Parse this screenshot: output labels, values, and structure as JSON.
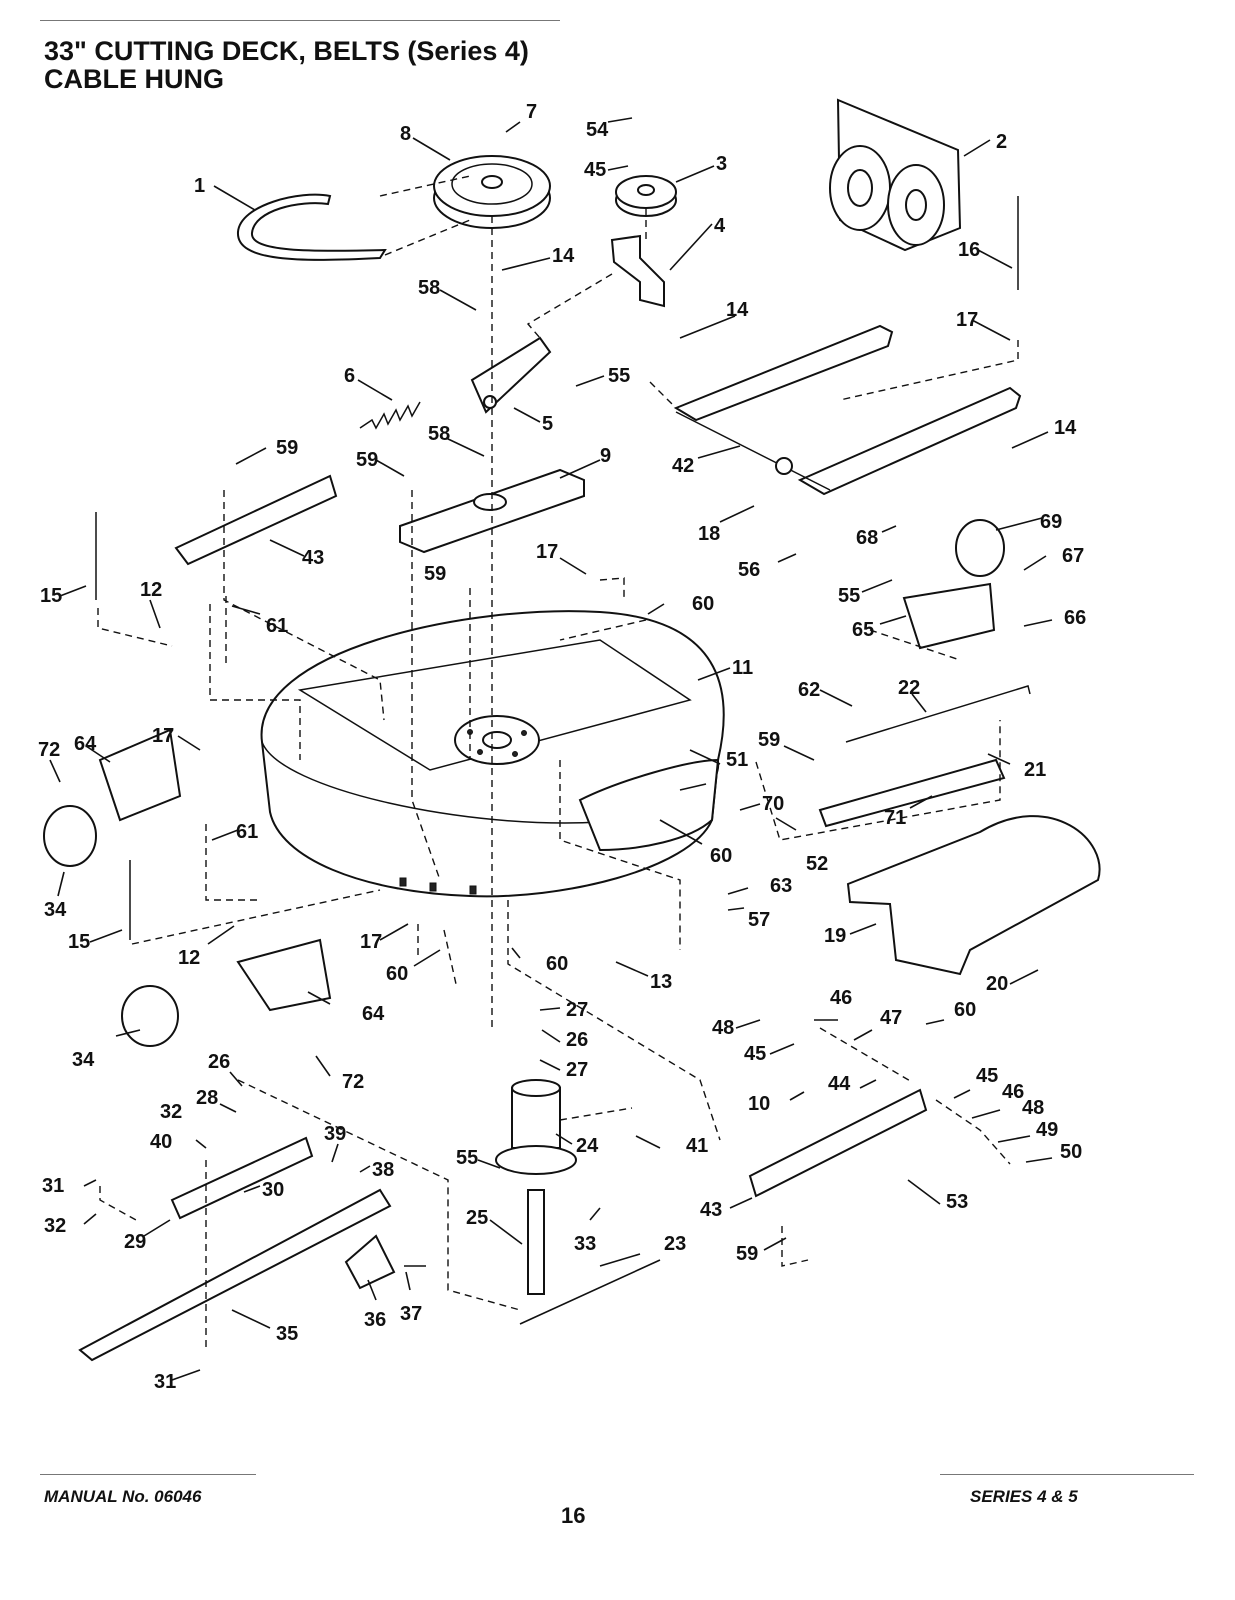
{
  "title": {
    "line1": "33\" CUTTING DECK, BELTS (Series 4)",
    "line2": "CABLE HUNG"
  },
  "footer": {
    "manual": "MANUAL No. 06046",
    "page": "16",
    "series": "SERIES 4 & 5"
  },
  "callouts": [
    "1",
    "2",
    "3",
    "4",
    "5",
    "6",
    "7",
    "8",
    "9",
    "10",
    "11",
    "12",
    "12",
    "13",
    "14",
    "14",
    "14",
    "15",
    "15",
    "16",
    "17",
    "17",
    "17",
    "17",
    "18",
    "19",
    "20",
    "21",
    "22",
    "23",
    "24",
    "25",
    "26",
    "26",
    "27",
    "27",
    "28",
    "29",
    "30",
    "31",
    "31",
    "32",
    "32",
    "33",
    "34",
    "34",
    "35",
    "36",
    "37",
    "38",
    "39",
    "40",
    "41",
    "42",
    "43",
    "43",
    "44",
    "45",
    "45",
    "45",
    "46",
    "46",
    "47",
    "48",
    "48",
    "49",
    "50",
    "51",
    "52",
    "53",
    "54",
    "55",
    "55",
    "55",
    "56",
    "57",
    "58",
    "58",
    "59",
    "59",
    "59",
    "59",
    "59",
    "60",
    "60",
    "60",
    "60",
    "60",
    "61",
    "61",
    "62",
    "63",
    "64",
    "64",
    "65",
    "66",
    "67",
    "68",
    "69",
    "70",
    "71",
    "72",
    "72"
  ]
}
